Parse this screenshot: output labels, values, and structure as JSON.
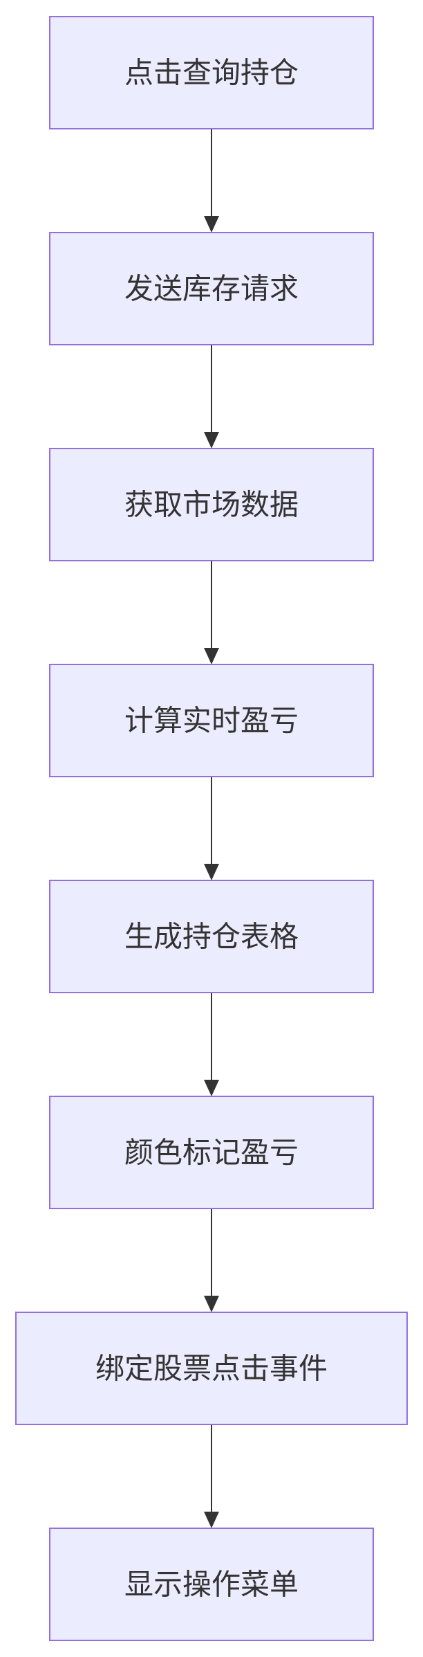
{
  "flow": {
    "steps": [
      {
        "label": "点击查询持仓"
      },
      {
        "label": "发送库存请求"
      },
      {
        "label": "获取市场数据"
      },
      {
        "label": "计算实时盈亏"
      },
      {
        "label": "生成持仓表格"
      },
      {
        "label": "颜色标记盈亏"
      },
      {
        "label": "绑定股票点击事件"
      },
      {
        "label": "显示操作菜单"
      }
    ]
  },
  "colors": {
    "node_fill": "#ececff",
    "node_border": "#9370db",
    "text": "#333333",
    "edge": "#333333"
  }
}
